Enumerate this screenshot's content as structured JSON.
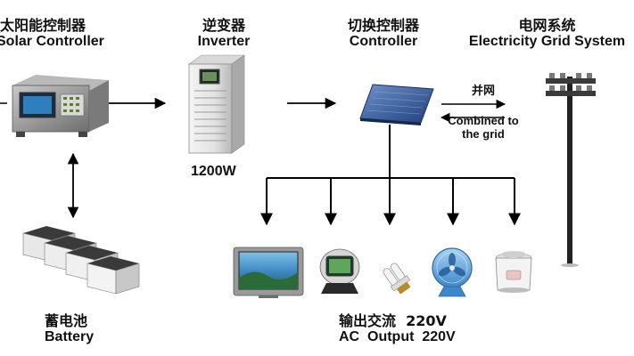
{
  "labels": {
    "solar_controller": {
      "zh": "太阳能控制器",
      "en": "Solar Controller"
    },
    "inverter": {
      "zh": "逆变器",
      "en": "Inverter",
      "rating": "1200W"
    },
    "switch_controller": {
      "zh": "切换控制器",
      "en": "Controller"
    },
    "grid_system": {
      "zh": "电网系统",
      "en": "Electricity Grid System"
    },
    "battery": {
      "zh": "蓄电池",
      "en": "Battery"
    },
    "grid_tie": {
      "zh": "并网",
      "en_line1": "Combined to",
      "en_line2": "the grid"
    },
    "ac_output": {
      "zh": "输出交流  220V",
      "en": "AC  Output  220V"
    }
  },
  "icons": [
    "solar-controller-device-icon",
    "inverter-cabinet-icon",
    "controller-panel-icon",
    "utility-pole-icon",
    "battery-bank-icon",
    "television-icon",
    "small-tv-icon",
    "energy-saving-lamp-icon",
    "electric-fan-icon",
    "rice-cooker-icon"
  ],
  "colors": {
    "arrow": "#000000",
    "device_blue": "#2a5aa0"
  }
}
